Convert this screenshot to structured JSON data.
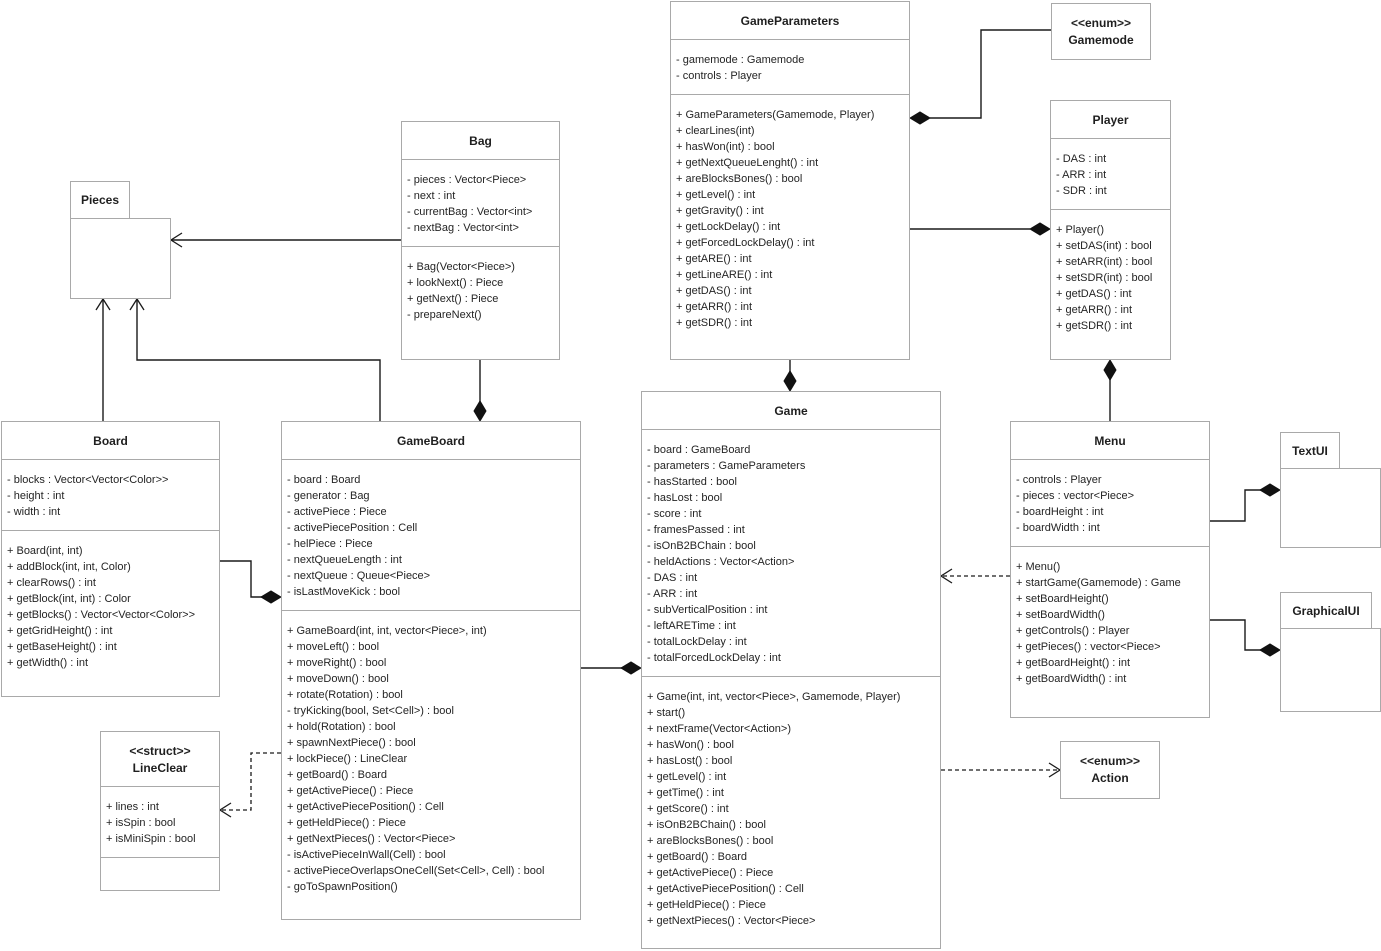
{
  "diagram": {
    "classes": {
      "game_parameters": {
        "title": "GameParameters",
        "attributes": [
          "- gamemode : Gamemode",
          "- controls : Player"
        ],
        "methods": [
          "+ GameParameters(Gamemode, Player)",
          "+ clearLines(int)",
          "+ hasWon(int) : bool",
          "+ getNextQueueLenght() : int",
          "+ areBlocksBones() : bool",
          "+ getLevel() : int",
          "+ getGravity() : int",
          "+ getLockDelay() : int",
          "+ getForcedLockDelay() : int",
          "+ getARE() : int",
          "+ getLineARE() : int",
          "+ getDAS() : int",
          "+ getARR() : int",
          "+ getSDR() : int"
        ]
      },
      "player": {
        "title": "Player",
        "attributes": [
          "- DAS : int",
          "- ARR : int",
          "- SDR : int"
        ],
        "methods": [
          "+ Player()",
          "+ setDAS(int) : bool",
          "+ setARR(int) : bool",
          "+ setSDR(int) : bool",
          "+ getDAS() : int",
          "+ getARR() : int",
          "+ getSDR() : int"
        ]
      },
      "bag": {
        "title": "Bag",
        "attributes": [
          "- pieces : Vector<Piece>",
          "- next : int",
          "- currentBag : Vector<int>",
          "- nextBag : Vector<int>"
        ],
        "methods": [
          "+ Bag(Vector<Piece>)",
          "+ lookNext() : Piece",
          "+ getNext() : Piece",
          "- prepareNext()"
        ]
      },
      "board": {
        "title": "Board",
        "attributes": [
          "- blocks : Vector<Vector<Color>>",
          "- height : int",
          "- width : int"
        ],
        "methods": [
          "+ Board(int, int)",
          "+ addBlock(int, int, Color)",
          "+ clearRows() : int",
          "+ getBlock(int, int) : Color",
          "+ getBlocks() : Vector<Vector<Color>>",
          "+ getGridHeight() : int",
          "+ getBaseHeight() : int",
          "+ getWidth() : int"
        ]
      },
      "game_board": {
        "title": "GameBoard",
        "attributes": [
          "- board : Board",
          "- generator : Bag",
          "- activePiece : Piece",
          "- activePiecePosition : Cell",
          "- helPiece : Piece",
          "- nextQueueLength : int",
          "- nextQueue : Queue<Piece>",
          "- isLastMoveKick : bool"
        ],
        "methods": [
          "+ GameBoard(int, int, vector<Piece>, int)",
          "+ moveLeft() : bool",
          "+ moveRight() : bool",
          "+ moveDown() : bool",
          "+ rotate(Rotation) : bool",
          "- tryKicking(bool, Set<Cell>) : bool",
          "+ hold(Rotation) : bool",
          "+ spawnNextPiece() : bool",
          "+ lockPiece() : LineClear",
          "+ getBoard() : Board",
          "+ getActivePiece() : Piece",
          "+ getActivePiecePosition() : Cell",
          "+ getHeldPiece() : Piece",
          "+ getNextPieces() : Vector<Piece>",
          "- isActivePieceInWall(Cell) : bool",
          "- activePieceOverlapsOneCell(Set<Cell>, Cell) : bool",
          "- goToSpawnPosition()"
        ]
      },
      "game": {
        "title": "Game",
        "attributes": [
          "- board : GameBoard",
          "- parameters : GameParameters",
          "- hasStarted : bool",
          "- hasLost : bool",
          "- score : int",
          "- framesPassed : int",
          "- isOnB2BChain : bool",
          "- heldActions : Vector<Action>",
          "- DAS : int",
          "- ARR : int",
          "- subVerticalPosition : int",
          "- leftARETime : int",
          "- totalLockDelay : int",
          "- totalForcedLockDelay : int"
        ],
        "methods": [
          "+ Game(int, int, vector<Piece>, Gamemode, Player)",
          "+ start()",
          "+ nextFrame(Vector<Action>)",
          "+ hasWon() : bool",
          "+ hasLost() : bool",
          "+ getLevel() : int",
          "+ getTime() : int",
          "+ getScore() : int",
          "+ isOnB2BChain() : bool",
          "+ areBlocksBones() : bool",
          "+ getBoard() : Board",
          "+ getActivePiece() : Piece",
          "+ getActivePiecePosition() : Cell",
          "+ getHeldPiece() : Piece",
          "+ getNextPieces() : Vector<Piece>"
        ]
      },
      "menu": {
        "title": "Menu",
        "attributes": [
          "- controls : Player",
          "- pieces : vector<Piece>",
          "- boardHeight : int",
          "- boardWidth : int"
        ],
        "methods": [
          "+ Menu()",
          "+ startGame(Gamemode) : Game",
          "+ setBoardHeight()",
          "+ setBoardWidth()",
          "+ getControls() : Player",
          "+ getPieces() : vector<Piece>",
          "+ getBoardHeight() : int",
          "+ getBoardWidth() : int"
        ]
      },
      "line_clear": {
        "stereotype": "<<struct>>",
        "title": "LineClear",
        "attributes": [
          "+ lines : int",
          "+ isSpin : bool",
          "+ isMiniSpin : bool"
        ],
        "methods": []
      }
    },
    "enums": {
      "gamemode": {
        "stereotype": "<<enum>>",
        "title": "Gamemode"
      },
      "action": {
        "stereotype": "<<enum>>",
        "title": "Action"
      }
    },
    "packages": {
      "pieces": {
        "title": "Pieces"
      },
      "textui": {
        "title": "TextUI"
      },
      "graphicalui": {
        "title": "GraphicalUI"
      }
    },
    "colors": {
      "line": "#1a1a1a",
      "box_border": "#a9a9a9",
      "box_fill": "#ffffff",
      "text": "#242424"
    }
  }
}
